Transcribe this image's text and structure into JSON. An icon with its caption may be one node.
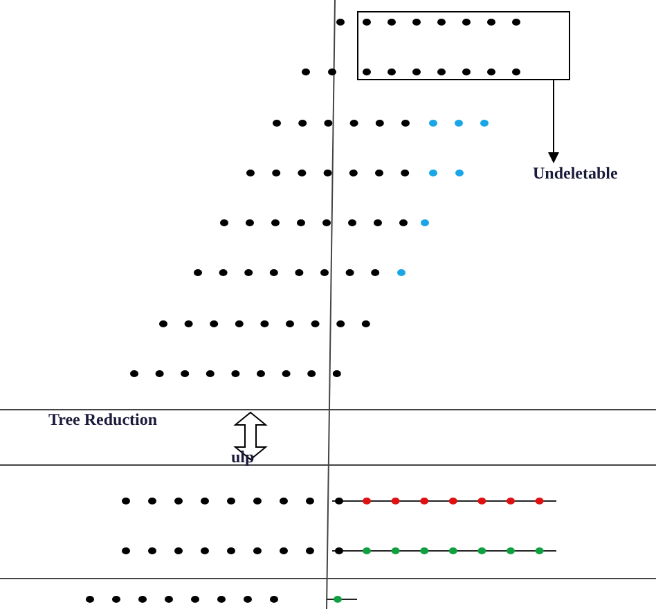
{
  "diagram": {
    "nodes": [
      {
        "text": [],
        "shape": "box"
      },
      {
        "text": [
          "Undeletable"
        ]
      }
    ],
    "edges": [
      {
        "from": 0,
        "to": 1,
        "arrow": "to"
      }
    ],
    "labels": [
      "Tree Reduction",
      "ulp"
    ]
  }
}
